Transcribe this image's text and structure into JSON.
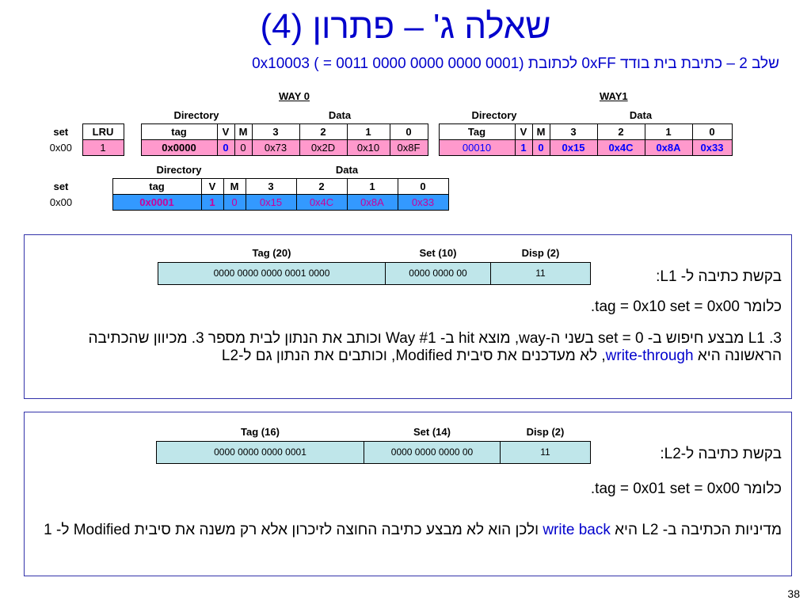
{
  "title": "שאלה ג' – פתרון (4)",
  "subtitle": "שלב 2 – כתיבת בית בודד 0xFF לכתובת  0x10003 ( = 0011 0000 0000 0000 0001)",
  "way0_label": "WAY 0",
  "way1_label": "WAY1",
  "l1": {
    "directory_label": "Directory",
    "data_label": "Data",
    "set_header": "set",
    "lru_header": "LRU",
    "way0_headers": [
      "tag",
      "V",
      "M",
      "3",
      "2",
      "1",
      "0"
    ],
    "way1_headers": [
      "Tag",
      "V",
      "M",
      "3",
      "2",
      "1",
      "0"
    ],
    "set": "0x00",
    "lru": "1",
    "way0_row": [
      "0x0000",
      "0",
      "0",
      "0x73",
      "0x2D",
      "0x10",
      "0x8F"
    ],
    "way1_row": [
      "00010",
      "1",
      "0",
      "0x15",
      "0x4C",
      "0x8A",
      "0x33"
    ]
  },
  "l2": {
    "directory_label": "Directory",
    "data_label": "Data",
    "set_header": "set",
    "headers": [
      "tag",
      "V",
      "M",
      "3",
      "2",
      "1",
      "0"
    ],
    "set": "0x00",
    "row": [
      "0x0001",
      "1",
      "0",
      "0x15",
      "0x4C",
      "0x8A",
      "0x33"
    ]
  },
  "box1": {
    "addr_headers": [
      "Tag (20)",
      "Set (10)",
      "Disp (2)"
    ],
    "addr_values": [
      "0000 0000 0000 0001 0000",
      "0000 0000 00",
      "11"
    ],
    "request": "בקשת כתיבה ל- L1:",
    "meaning": "כלומר tag = 0x10  set = 0x00.",
    "para_a": "3. L1 מבצע חיפוש ב- set = 0 בשני ה-way, מוצא hit ב- Way #1 וכותב את הנתון לבית מספר 3. מכיוון שהכתיבה הראשונה היא ",
    "para_hl": "write-through",
    "para_b": ", לא מעדכנים את סיבית Modified, וכותבים את הנתון גם ל-L2"
  },
  "box2": {
    "addr_headers": [
      "Tag (16)",
      "Set (14)",
      "Disp (2)"
    ],
    "addr_values": [
      "0000 0000 0000 0001",
      "0000 0000 0000 00",
      "11"
    ],
    "request": "בקשת כתיבה ל-L2:",
    "meaning": "כלומר tag = 0x01  set = 0x00.",
    "para_a": "מדיניות הכתיבה ב- L2 היא ",
    "para_hl": "write back",
    "para_b": " ולכן הוא לא מבצע כתיבה החוצה  לזיכרון אלא רק משנה את סיבית Modified ל- 1"
  },
  "page_number": "38",
  "colors": {
    "title": "#0000cc",
    "pink": "#ff99cc",
    "blue": "#3399ff",
    "magenta": "#cc0099",
    "addr_fill": "#bfe6ea"
  }
}
